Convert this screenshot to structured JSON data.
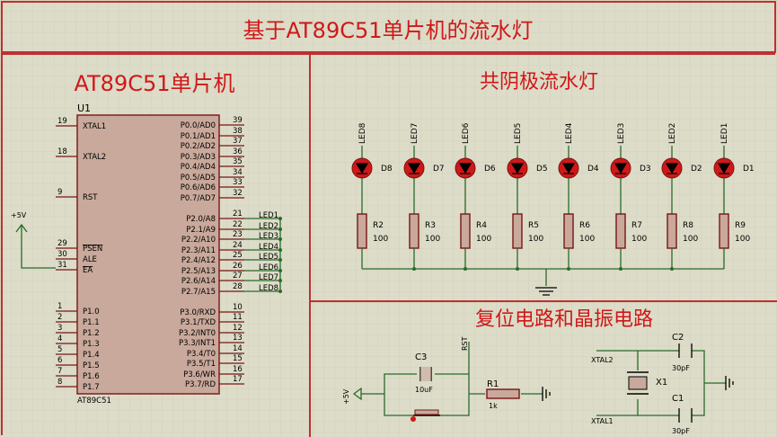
{
  "title": "基于AT89C51单片机的流水灯",
  "sections": {
    "mcu": "AT89C51单片机",
    "leds": "共阴极流水灯",
    "reset": "复位电路和晶振电路"
  },
  "mcu": {
    "ref": "U1",
    "part": "AT89C51",
    "left_pins": [
      {
        "num": "19",
        "name": "XTAL1"
      },
      {
        "num": "18",
        "name": "XTAL2"
      },
      {
        "num": "9",
        "name": "RST"
      },
      {
        "num": "29",
        "name": "PSEN"
      },
      {
        "num": "30",
        "name": "ALE"
      },
      {
        "num": "31",
        "name": "EA"
      },
      {
        "num": "1",
        "name": "P1.0"
      },
      {
        "num": "2",
        "name": "P1.1"
      },
      {
        "num": "3",
        "name": "P1.2"
      },
      {
        "num": "4",
        "name": "P1.3"
      },
      {
        "num": "5",
        "name": "P1.4"
      },
      {
        "num": "6",
        "name": "P1.5"
      },
      {
        "num": "7",
        "name": "P1.6"
      },
      {
        "num": "8",
        "name": "P1.7"
      }
    ],
    "right_pins": [
      {
        "num": "39",
        "name": "P0.0/AD0"
      },
      {
        "num": "38",
        "name": "P0.1/AD1"
      },
      {
        "num": "37",
        "name": "P0.2/AD2"
      },
      {
        "num": "36",
        "name": "P0.3/AD3"
      },
      {
        "num": "35",
        "name": "P0.4/AD4"
      },
      {
        "num": "34",
        "name": "P0.5/AD5"
      },
      {
        "num": "33",
        "name": "P0.6/AD6"
      },
      {
        "num": "32",
        "name": "P0.7/AD7"
      },
      {
        "num": "21",
        "name": "P2.0/A8",
        "net": "LED1"
      },
      {
        "num": "22",
        "name": "P2.1/A9",
        "net": "LED2"
      },
      {
        "num": "23",
        "name": "P2.2/A10",
        "net": "LED3"
      },
      {
        "num": "24",
        "name": "P2.3/A11",
        "net": "LED4"
      },
      {
        "num": "25",
        "name": "P2.4/A12",
        "net": "LED5"
      },
      {
        "num": "26",
        "name": "P2.5/A13",
        "net": "LED6"
      },
      {
        "num": "27",
        "name": "P2.6/A14",
        "net": "LED7"
      },
      {
        "num": "28",
        "name": "P2.7/A15",
        "net": "LED8"
      },
      {
        "num": "10",
        "name": "P3.0/RXD"
      },
      {
        "num": "11",
        "name": "P3.1/TXD"
      },
      {
        "num": "12",
        "name": "P3.2/INT0"
      },
      {
        "num": "13",
        "name": "P3.3/INT1"
      },
      {
        "num": "14",
        "name": "P3.4/T0"
      },
      {
        "num": "15",
        "name": "P3.5/T1"
      },
      {
        "num": "16",
        "name": "P3.6/WR"
      },
      {
        "num": "17",
        "name": "P3.7/RD"
      }
    ],
    "power_label": "+5V"
  },
  "led_columns": [
    {
      "net": "LED8",
      "led": "D8",
      "res": "R2",
      "val": "100"
    },
    {
      "net": "LED7",
      "led": "D7",
      "res": "R3",
      "val": "100"
    },
    {
      "net": "LED6",
      "led": "D6",
      "res": "R4",
      "val": "100"
    },
    {
      "net": "LED5",
      "led": "D5",
      "res": "R5",
      "val": "100"
    },
    {
      "net": "LED4",
      "led": "D4",
      "res": "R6",
      "val": "100"
    },
    {
      "net": "LED3",
      "led": "D3",
      "res": "R7",
      "val": "100"
    },
    {
      "net": "LED2",
      "led": "D2",
      "res": "R8",
      "val": "100"
    },
    {
      "net": "LED1",
      "led": "D1",
      "res": "R9",
      "val": "100"
    }
  ],
  "reset": {
    "power": "+5V",
    "cap": "C3",
    "cap_val": "10uF",
    "net": "RST",
    "res": "R1",
    "res_val": "1k"
  },
  "crystal": {
    "xtal2": "XTAL2",
    "xtal1": "XTAL1",
    "x": "X1",
    "c2": "C2",
    "c2_val": "30pF",
    "c1": "C1",
    "c1_val": "30pF"
  },
  "colors": {
    "frame": "#c03030",
    "wire": "#2a6a2a",
    "led": "#d01818",
    "background": "#dcdcc8"
  }
}
